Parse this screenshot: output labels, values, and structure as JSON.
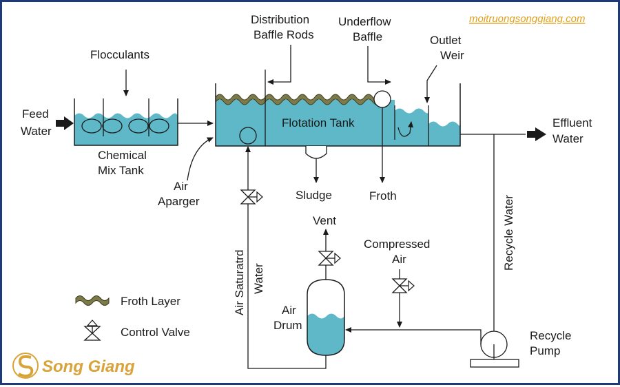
{
  "watermark": "moitruongsonggiang.com",
  "logo": {
    "text": "Song Giang"
  },
  "labels": {
    "flocculants": "Flocculants",
    "feed_water": [
      "Feed",
      "Water"
    ],
    "chemical_mix_tank": [
      "Chemical",
      "Mix Tank"
    ],
    "distribution_baffle_rods": [
      "Distribution",
      "Baffle Rods"
    ],
    "underflow_baffle": [
      "Underflow",
      "Baffle"
    ],
    "outlet_weir": [
      "Outlet",
      "Weir"
    ],
    "flotation_tank": "Flotation Tank",
    "effluent_water": [
      "Effluent",
      "Water"
    ],
    "air_sparger": [
      "Air",
      "Aparger"
    ],
    "sludge": "Sludge",
    "froth": "Froth",
    "recycle_water": "Recycle Water",
    "vent": "Vent",
    "compressed_air": [
      "Compressed",
      "Air"
    ],
    "air_saturated_water": [
      "Air Saturatrd",
      "Water"
    ],
    "air_drum": [
      "Air",
      "Drum"
    ],
    "recycle_pump": [
      "Recycle",
      "Pump"
    ]
  },
  "legend": {
    "froth_layer": "Froth Layer",
    "control_valve": "Control Valve"
  },
  "colors": {
    "water": "#5fb8c8",
    "froth": "#7d7a4a",
    "line": "#1a1a1a",
    "border": "#1e3a78",
    "watermark": "#e0a020",
    "logo": "#d8a43a"
  }
}
